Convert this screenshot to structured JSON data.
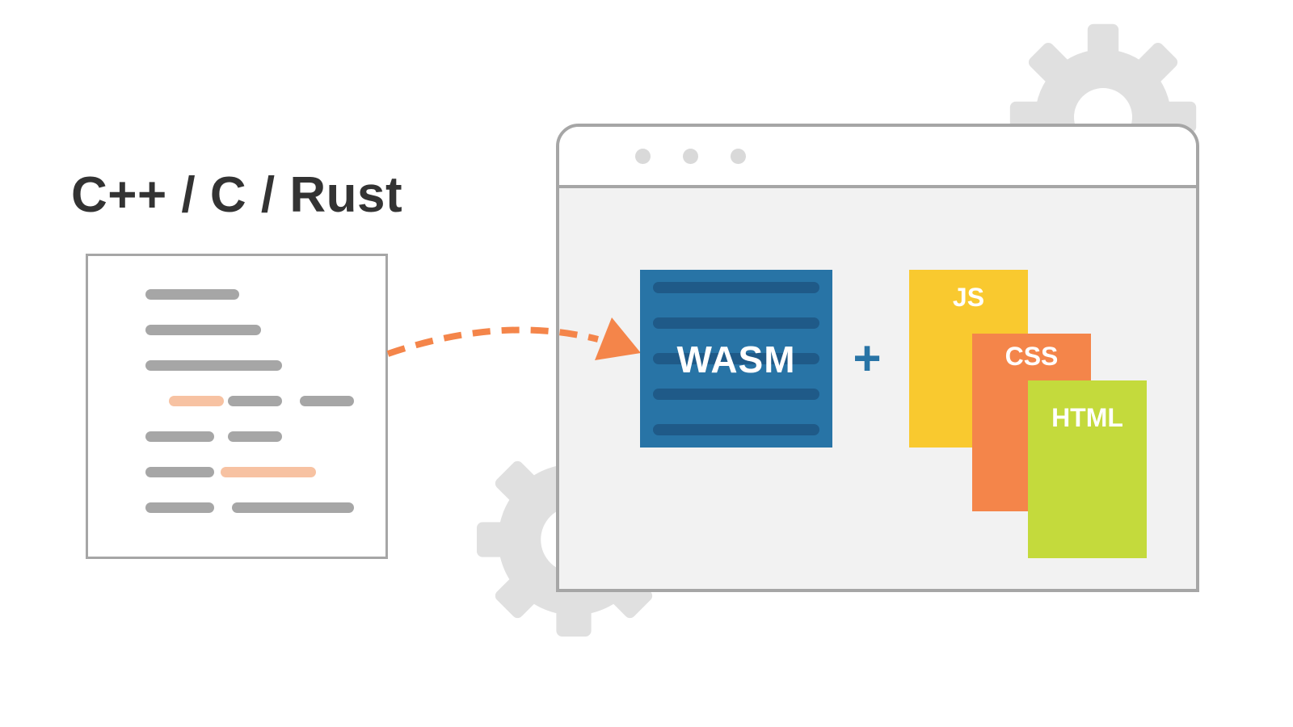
{
  "source_languages": "C++ / C / Rust",
  "wasm": {
    "label": "WASM"
  },
  "plus_sign": "+",
  "web_files": {
    "js": "JS",
    "css": "CSS",
    "html": "HTML"
  },
  "colors": {
    "gear": "#e0e0e0",
    "outline": "#a6a6a6",
    "code_line": "#a6a6a6",
    "code_accent": "#f7c2a2",
    "arrow": "#f4854a",
    "wasm_blue": "#2874a6",
    "wasm_line": "#1f5a88",
    "js_yellow": "#f9c92f",
    "css_orange": "#f4854a",
    "html_green": "#c4da3c",
    "title_text": "#333333"
  }
}
